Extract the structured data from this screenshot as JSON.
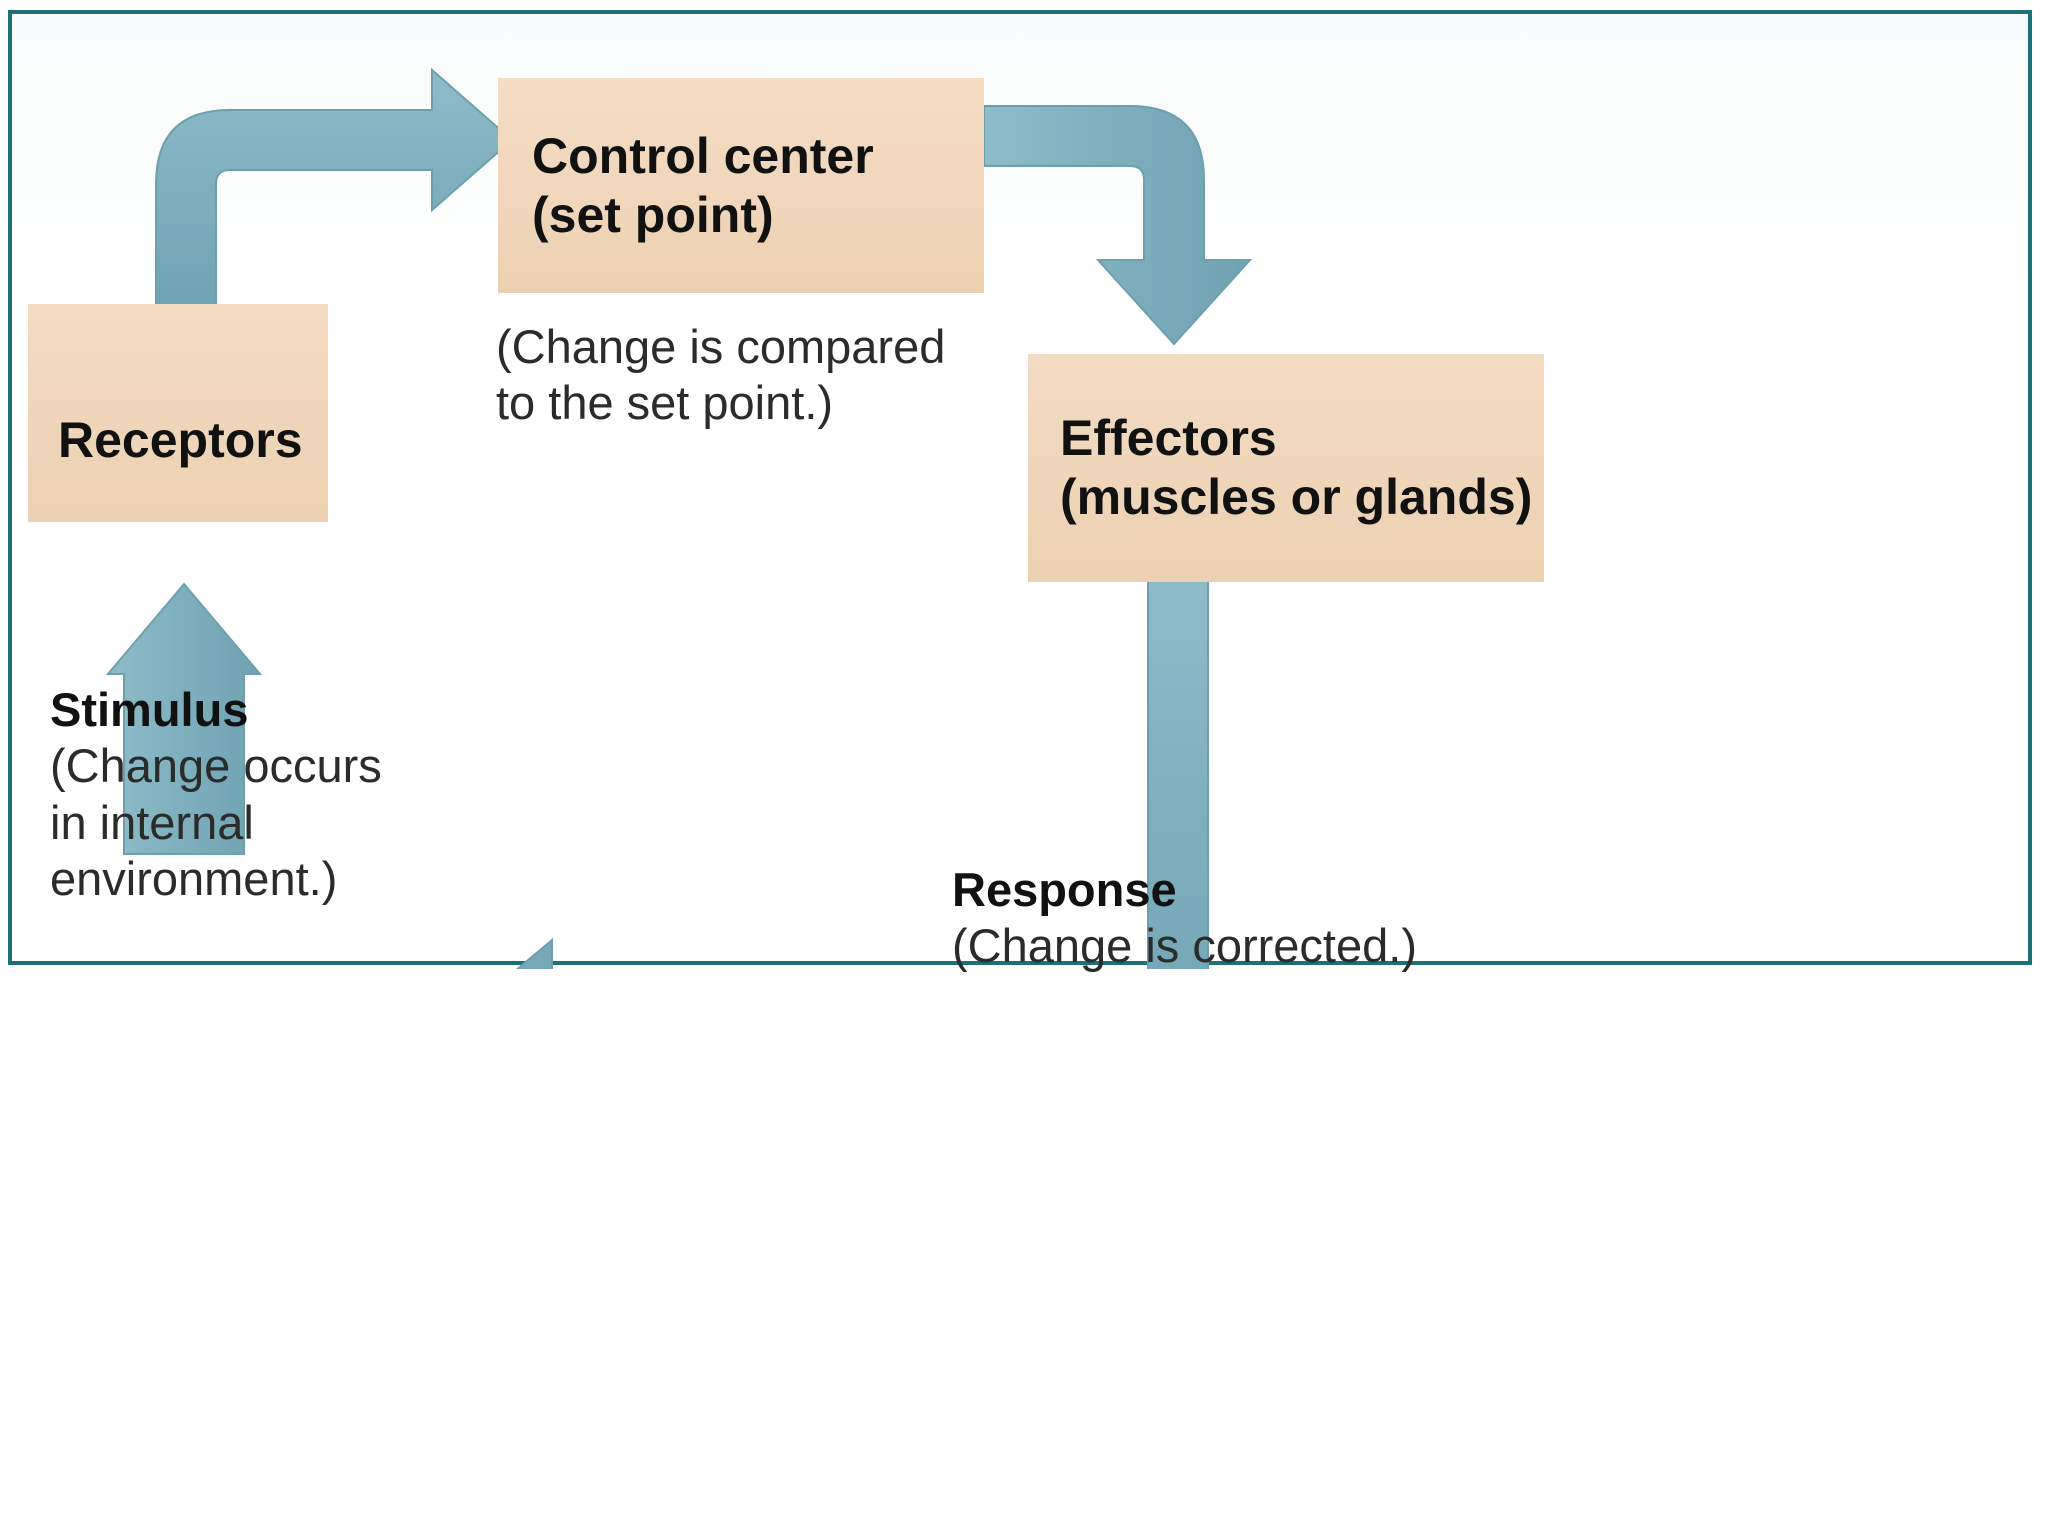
{
  "figure": {
    "title_implicit": "Homeostatic negative feedback loop",
    "frame_border_color": "#1f6f7a",
    "box_fill_color": "#f0d9bf",
    "arrow_color": "#7fb2c0",
    "background_color": "#ffffff"
  },
  "nodes": {
    "control_center": {
      "line1": "Control center",
      "line2": "(set point)"
    },
    "receptors": {
      "line1": "Receptors"
    },
    "effectors": {
      "line1": "Effectors",
      "line2": "(muscles or glands)"
    }
  },
  "captions": {
    "set_point": {
      "line1": "(Change is compared",
      "line2": "to the set point.)"
    },
    "stimulus": {
      "heading": "Stimulus",
      "line1": "(Change occurs",
      "line2": "in internal",
      "line3": "environment.)"
    },
    "response": {
      "heading": "Response",
      "line1": "(Change is corrected.)"
    }
  },
  "arrows": [
    {
      "name": "receptors-to-control-center",
      "from": "Receptors",
      "to": "Control center",
      "shape": "elbow-up-right",
      "direction": "right"
    },
    {
      "name": "control-center-to-effectors",
      "from": "Control center",
      "to": "Effectors",
      "shape": "elbow-right-down",
      "direction": "down"
    },
    {
      "name": "effectors-to-response",
      "from": "Effectors",
      "to": "Response",
      "shape": "elbow-down-left",
      "direction": "left"
    },
    {
      "name": "stimulus-to-receptors",
      "from": "Stimulus",
      "to": "Receptors",
      "shape": "straight-up",
      "direction": "up"
    }
  ],
  "chart_data": {
    "type": "diagram",
    "title": "Negative feedback control of homeostasis",
    "nodes": [
      {
        "id": "receptors",
        "label": "Receptors"
      },
      {
        "id": "control_center",
        "label": "Control center (set point)"
      },
      {
        "id": "effectors",
        "label": "Effectors (muscles or glands)"
      }
    ],
    "edges": [
      {
        "from": "stimulus",
        "to": "receptors",
        "label": "Stimulus (Change occurs in internal environment.)"
      },
      {
        "from": "receptors",
        "to": "control_center",
        "label": ""
      },
      {
        "from": "control_center",
        "to": "effectors",
        "label": ""
      },
      {
        "from": "effectors",
        "to": "stimulus",
        "label": "Response (Change is corrected.)"
      }
    ]
  }
}
